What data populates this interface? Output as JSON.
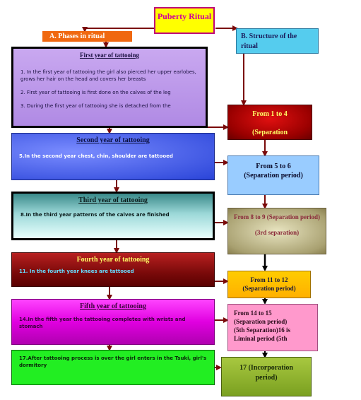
{
  "root": {
    "title": "Puberty Ritual"
  },
  "branches": {
    "phases": "A. Phases in ritual",
    "structure": "B. Structure of the ritual"
  },
  "years": [
    {
      "title": "First year of tattooing",
      "items": [
        "1. In the first year of tattooing the girl also pierced her upper earlobes, grows her hair on the head and covers her breasts",
        "2. First year of tattooing is first done on the calves of the leg",
        "3. During the first year of tattooing she is detached from the"
      ]
    },
    {
      "title": "Second year of tattooing",
      "items": [
        "5.In the second year chest, chin, shoulder are tattooed"
      ]
    },
    {
      "title": "Third year of tattooing",
      "items": [
        "8.In the third year patterns of the calves are finished"
      ]
    },
    {
      "title": "Fourth year of tattooing",
      "items": [
        "11. In the fourth year knees are tattooed"
      ]
    },
    {
      "title": "Fifth year of tattooing",
      "items": [
        "14.In the fifth year the tattooing completes with wrists and stomach"
      ]
    },
    {
      "title": "",
      "items": [
        "17.After tattooing process is over the girl enters in the Tsuki, girl's dormitory"
      ]
    }
  ],
  "periods": [
    {
      "line1": "From 1 to 4",
      "line2": "(Separation"
    },
    {
      "line1": "From 5 to 6",
      "line2": "(Separation period)"
    },
    {
      "line1": "From 8 to 9 (Separation period)",
      "line2": "(3rd separation)"
    },
    {
      "line1": "From 11 to 12",
      "line2": "(Separation period)"
    },
    {
      "line1": "From 14 to 15",
      "line2": "(Separation period)",
      "line3": "(5th Separation)16 is Liminal period (5th"
    },
    {
      "line1": "17 (Incorporation",
      "line2": "period)"
    }
  ],
  "colors": {
    "root_bg": "#ffff00",
    "root_border": "#c0007a",
    "root_text": "#d0009a",
    "phases_bg": "#f06810",
    "structure_bg": "#55ccee",
    "arrow": "#7a0a0a"
  }
}
